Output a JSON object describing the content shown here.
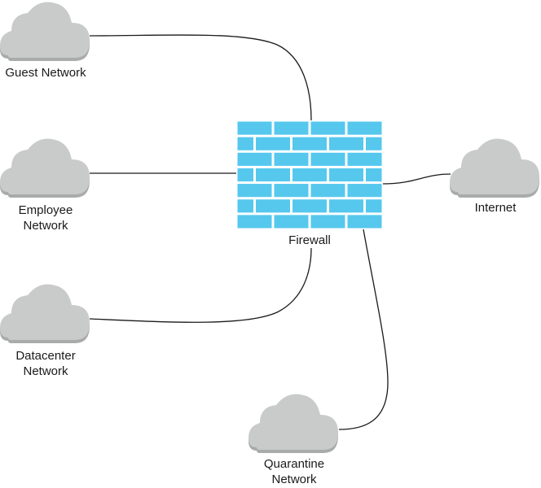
{
  "nodes": {
    "guest": {
      "lines": [
        "Guest Network"
      ],
      "icon": "cloud-icon"
    },
    "employee": {
      "lines": [
        "Employee",
        "Network"
      ],
      "icon": "cloud-icon"
    },
    "datacenter": {
      "lines": [
        "Datacenter",
        "Network"
      ],
      "icon": "cloud-icon"
    },
    "quarantine": {
      "lines": [
        "Quarantine",
        "Network"
      ],
      "icon": "cloud-icon"
    },
    "internet": {
      "lines": [
        "Internet"
      ],
      "icon": "cloud-icon"
    },
    "firewall": {
      "lines": [
        "Firewall"
      ],
      "icon": "firewall-icon"
    }
  },
  "colors": {
    "cloud": "#c9cbcb",
    "cloud_shadow": "#a9abab",
    "brick": "#56c8ee",
    "mortar": "#ffffff",
    "line": "#1a1a1a"
  }
}
